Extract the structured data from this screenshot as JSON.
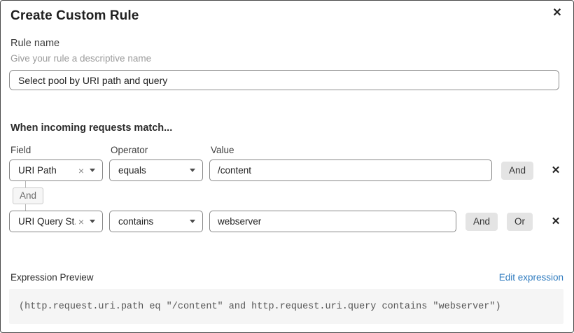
{
  "dialog": {
    "title": "Create Custom Rule"
  },
  "icons": {
    "close": "✕",
    "remove_row": "✕",
    "clear_selection": "×"
  },
  "rule_name": {
    "label": "Rule name",
    "hint": "Give your rule a descriptive name",
    "value": "Select pool by URI path and query"
  },
  "matcher": {
    "heading": "When incoming requests match...",
    "columns": {
      "field": "Field",
      "operator": "Operator",
      "value": "Value"
    },
    "connector_label": "And",
    "rows": [
      {
        "field": "URI Path",
        "operator": "equals",
        "value": "/content",
        "and_label": "And"
      },
      {
        "field": "URI Query St...",
        "operator": "contains",
        "value": "webserver",
        "and_label": "And",
        "or_label": "Or"
      }
    ]
  },
  "expression": {
    "label": "Expression Preview",
    "edit_link": "Edit expression",
    "code": "(http.request.uri.path eq \"/content\" and http.request.uri.query contains \"webserver\")"
  },
  "colors": {
    "link_blue": "#2f7bbf",
    "button_gray": "#e4e4e4",
    "code_background": "#f5f5f5",
    "border_dark": "#4a4a4a"
  }
}
